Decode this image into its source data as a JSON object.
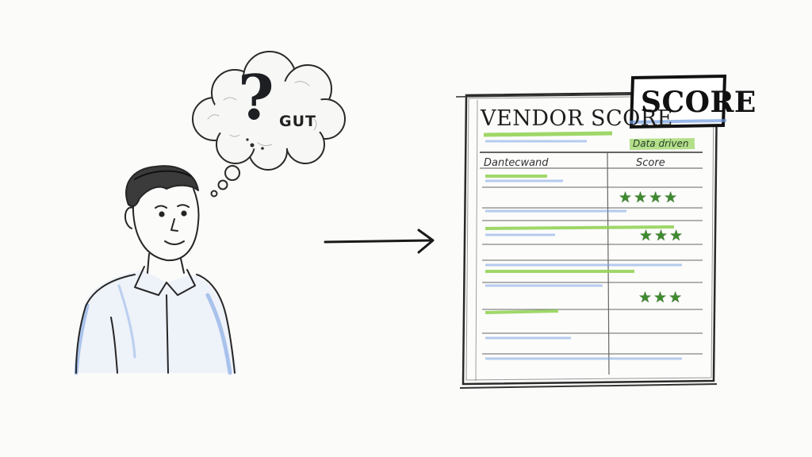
{
  "thought_bubble": {
    "symbol": "?",
    "text": "GUT"
  },
  "scorecard": {
    "title": "VENDOR SCORE",
    "badge": "SCORE",
    "subtitle": "Data driven",
    "columns": [
      "Dantecwand",
      "Score"
    ],
    "star_rows": [
      {
        "stars": "★★★★",
        "count": 4
      },
      {
        "stars": "★★★",
        "count": 3
      },
      {
        "stars": "★★★",
        "count": 3
      }
    ]
  },
  "colors": {
    "ink": "#1e1f22",
    "green_highlight": "#8fd14f",
    "blue_shading": "#6f9be0",
    "star_green": "#3e8a2e"
  },
  "icons": [
    "thought-bubble-icon",
    "person-sketch",
    "right-arrow-icon",
    "star-icon"
  ]
}
